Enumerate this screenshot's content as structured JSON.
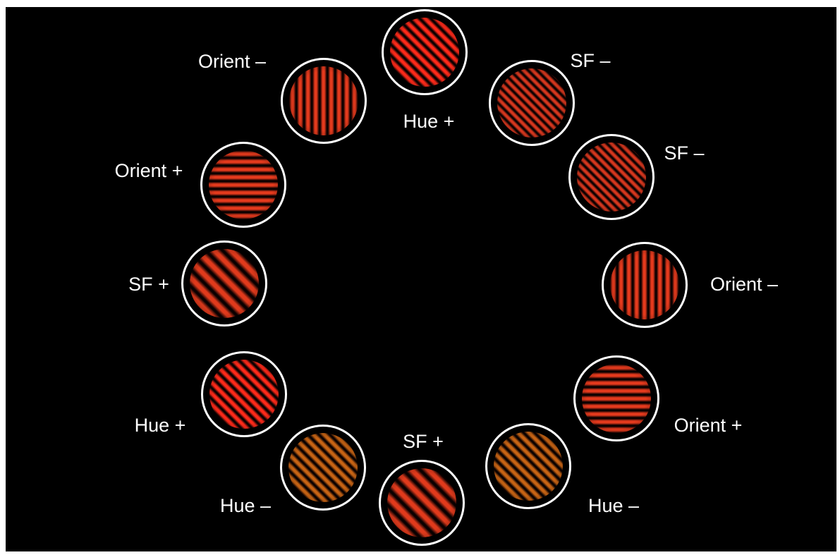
{
  "stimuli": [
    {
      "label": "Hue +",
      "color": "#ff2a1a",
      "tilt": "right",
      "period": "fine",
      "pos": "top"
    },
    {
      "label": "SF –",
      "color": "#d7371e",
      "tilt": "right",
      "period": "finest",
      "pos": "top-right-1"
    },
    {
      "label": "SF –",
      "color": "#d7371e",
      "tilt": "right",
      "period": "finest",
      "pos": "top-right-2"
    },
    {
      "label": "Orient –",
      "color": "#e53a1d",
      "tilt": "vertical",
      "period": "fine",
      "pos": "right"
    },
    {
      "label": "Orient +",
      "color": "#e53a1d",
      "tilt": "horizontal",
      "period": "fine",
      "pos": "bottom-right-1"
    },
    {
      "label": "Hue –",
      "color": "#c86414",
      "tilt": "right",
      "period": "fine",
      "pos": "bottom-right-2"
    },
    {
      "label": "SF +",
      "color": "#e03a1c",
      "tilt": "right",
      "period": "coarse",
      "pos": "bottom"
    },
    {
      "label": "Hue –",
      "color": "#c86414",
      "tilt": "right",
      "period": "fine",
      "pos": "bottom-left-2"
    },
    {
      "label": "Hue +",
      "color": "#ff2a1a",
      "tilt": "right",
      "period": "fine",
      "pos": "bottom-left-1"
    },
    {
      "label": "SF +",
      "color": "#e03a1c",
      "tilt": "right",
      "period": "coarse",
      "pos": "left"
    },
    {
      "label": "Orient +",
      "color": "#e53a1d",
      "tilt": "horizontal",
      "period": "fine",
      "pos": "top-left-2"
    },
    {
      "label": "Orient –",
      "color": "#e53a1d",
      "tilt": "vertical",
      "period": "fine",
      "pos": "top-left-1"
    }
  ]
}
